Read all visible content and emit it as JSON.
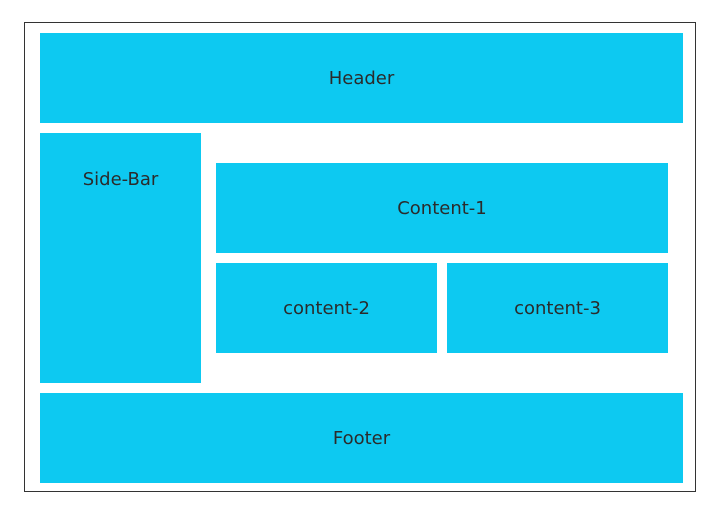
{
  "colors": {
    "block_fill": "#0DC9F1",
    "frame_border": "#333333",
    "text": "#2B2B2B"
  },
  "layout_blocks": {
    "header": "Header",
    "sidebar": "Side-Bar",
    "content_1": "Content-1",
    "content_2": "content-2",
    "content_3": "content-3",
    "footer": "Footer"
  }
}
